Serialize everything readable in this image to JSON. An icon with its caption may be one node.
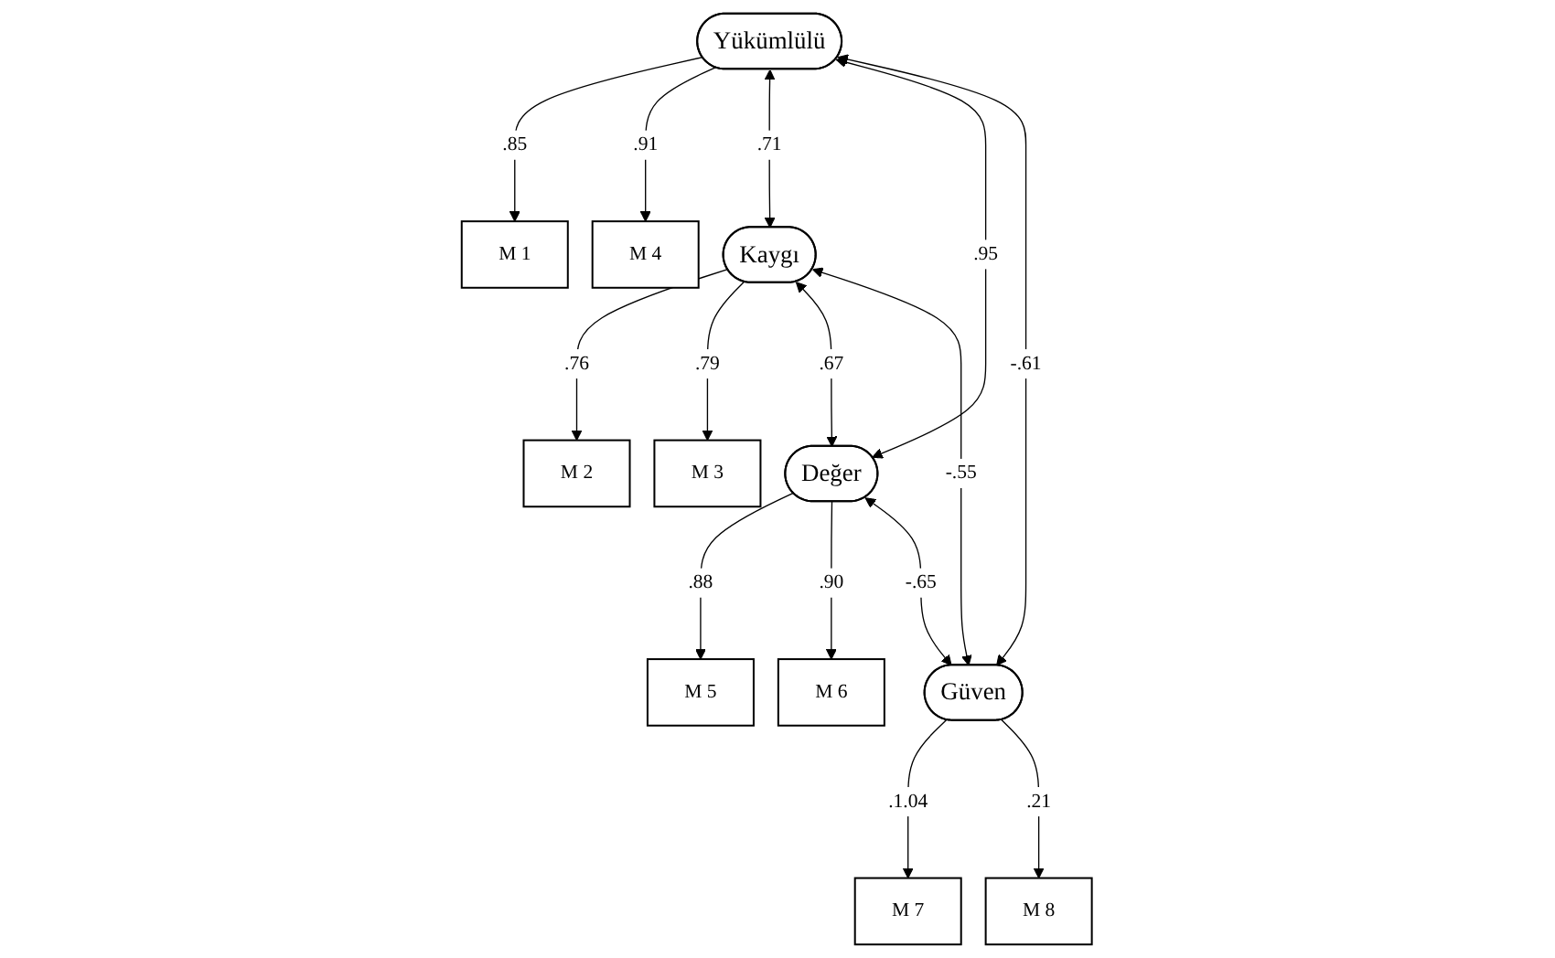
{
  "diagram": {
    "nodes": [
      {
        "text": [
          "M 1"
        ]
      },
      {
        "text": [
          "Yükümlülü"
        ]
      },
      {
        "text": [
          "M 4"
        ]
      },
      {
        "text": [
          "M 2"
        ]
      },
      {
        "text": [
          "Kaygı"
        ]
      },
      {
        "text": [
          "M 3"
        ]
      },
      {
        "text": [
          "M 5"
        ]
      },
      {
        "text": [
          "Değer"
        ]
      },
      {
        "text": [
          "M 6"
        ]
      },
      {
        "text": [
          "M 7"
        ]
      },
      {
        "text": [
          "Güven"
        ]
      },
      {
        "text": [
          "M 8"
        ]
      }
    ],
    "edges": [
      {
        "from": 1,
        "to": 0,
        "arrow": "to",
        "label": ".85"
      },
      {
        "from": 1,
        "to": 2,
        "arrow": "to",
        "label": ".91"
      },
      {
        "from": 4,
        "to": 3,
        "arrow": "to",
        "label": ".76"
      },
      {
        "from": 4,
        "to": 5,
        "arrow": "to",
        "label": ".79"
      },
      {
        "from": 7,
        "to": 6,
        "arrow": "to",
        "label": ".88"
      },
      {
        "from": 7,
        "to": 8,
        "arrow": "to",
        "label": ".90"
      },
      {
        "from": 10,
        "to": 9,
        "arrow": "to",
        "label": ".1.04"
      },
      {
        "from": 10,
        "to": 11,
        "arrow": "to",
        "label": ".21"
      },
      {
        "from": 1,
        "to": 4,
        "arrow": "both",
        "label": ".71"
      },
      {
        "from": 1,
        "to": 7,
        "arrow": "both",
        "label": ".95"
      },
      {
        "from": 1,
        "to": 10,
        "arrow": "both",
        "label": "-.61"
      },
      {
        "from": 4,
        "to": 7,
        "arrow": "both",
        "label": ".67"
      },
      {
        "from": 4,
        "to": 10,
        "arrow": "both",
        "label": "-.55"
      },
      {
        "from": 7,
        "to": 10,
        "arrow": "both",
        "label": "-.65"
      }
    ]
  }
}
